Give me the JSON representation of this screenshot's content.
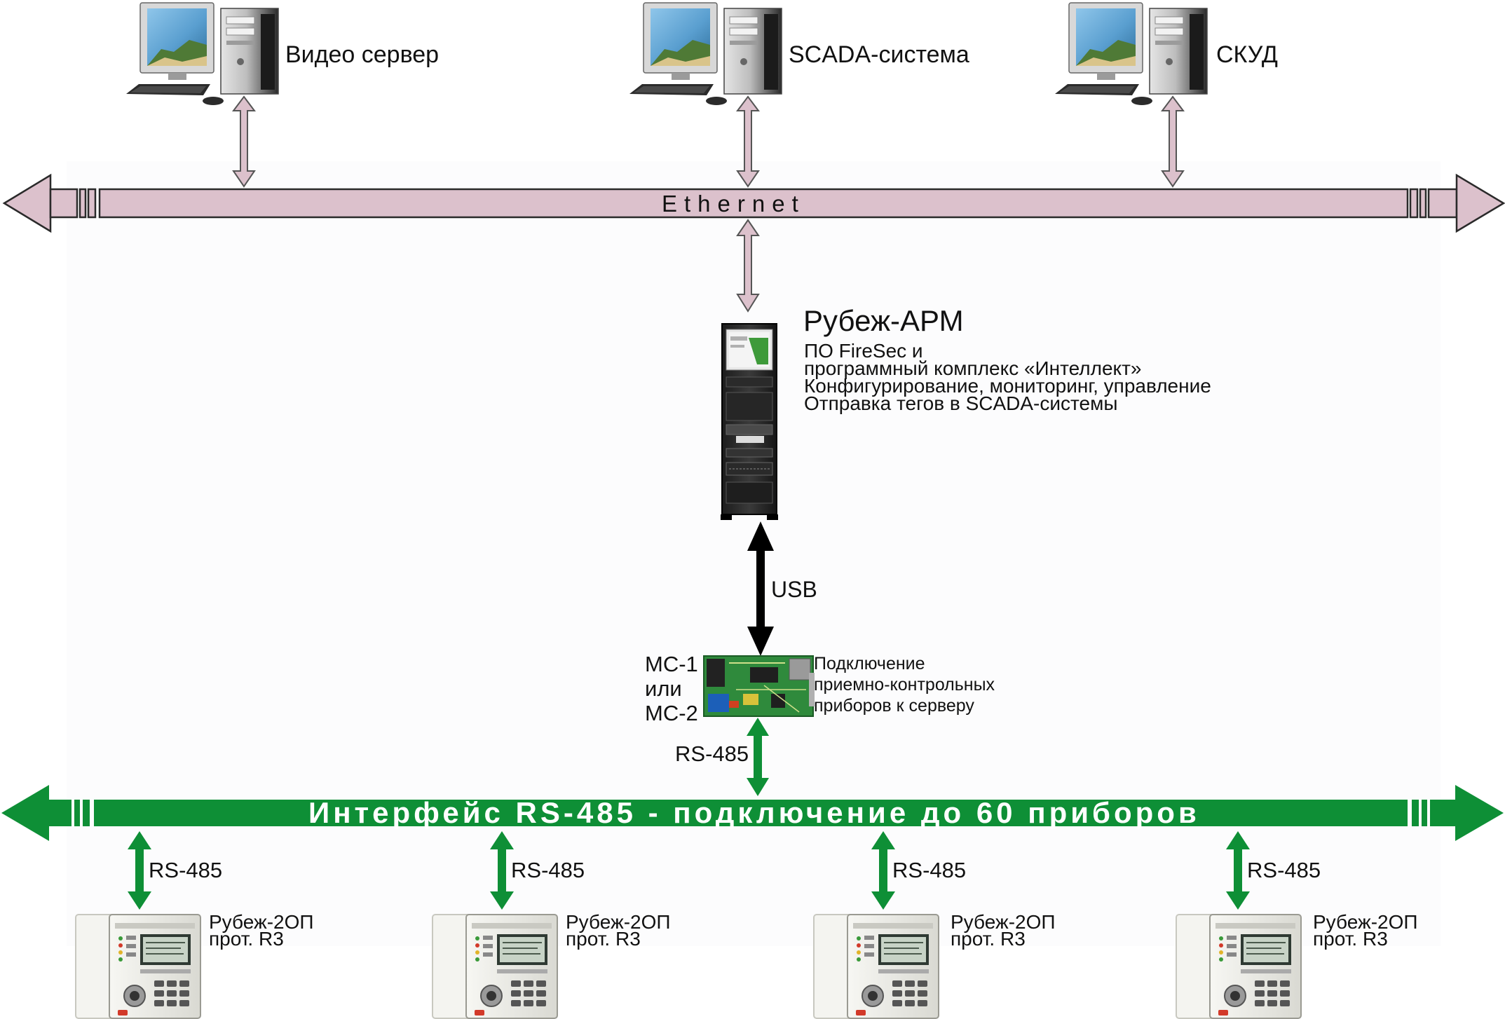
{
  "network": {
    "ethernet_label": "Ethernet",
    "bus_label": "Интерфейс RS-485 - подключение до 60 приборов"
  },
  "top_nodes": [
    {
      "label": "Видео сервер",
      "icon": "desktop-computer-icon"
    },
    {
      "label": "SCADA-система",
      "icon": "desktop-computer-icon"
    },
    {
      "label": "СКУД",
      "icon": "desktop-computer-icon"
    }
  ],
  "server": {
    "title": "Рубеж-АРМ",
    "lines": [
      "ПО FireSec и",
      "программный комплекс «Интеллект»",
      "Конфигурирование, мониторинг, управление",
      "Отправка тегов в SCADA-системы"
    ],
    "icon": "server-rack-icon"
  },
  "usb_label": "USB",
  "module": {
    "name_lines": [
      "МС-1",
      "или",
      "МС-2"
    ],
    "desc_lines": [
      "Подключение",
      "приемно-контрольных",
      "приборов к серверу"
    ],
    "uplink_label": "RS-485",
    "icon": "circuit-board-icon"
  },
  "devices": [
    {
      "link_label": "RS-485",
      "name": "Рубеж-2ОП",
      "protocol": "прот. R3"
    },
    {
      "link_label": "RS-485",
      "name": "Рубеж-2ОП",
      "protocol": "прот. R3"
    },
    {
      "link_label": "RS-485",
      "name": "Рубеж-2ОП",
      "protocol": "прот. R3"
    },
    {
      "link_label": "RS-485",
      "name": "Рубеж-2ОП",
      "protocol": "прот. R3"
    }
  ],
  "colors": {
    "ethernet_fill": "#dcc1cc",
    "ethernet_stroke": "#2a2a2a",
    "bus_green": "#0e8f36",
    "bus_text": "#ffffff",
    "usb_arrow": "#000000"
  }
}
